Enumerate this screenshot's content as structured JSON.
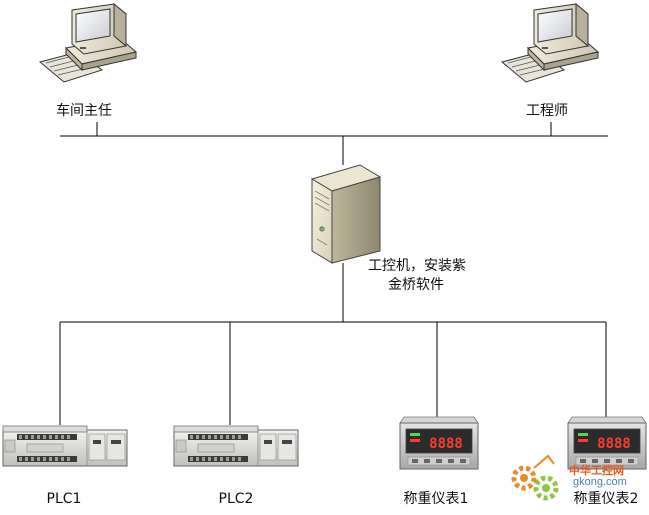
{
  "nodes": {
    "workshop_director": {
      "label": "车间主任",
      "icon": "desktop-computer-icon"
    },
    "engineer": {
      "label": "工程师",
      "icon": "desktop-computer-icon"
    },
    "industrial_pc": {
      "label_line1": "工控机，安装紫",
      "label_line2": "金桥软件",
      "icon": "server-tower-icon"
    },
    "plc1": {
      "label": "PLC1",
      "icon": "plc-module-icon"
    },
    "plc2": {
      "label": "PLC2",
      "icon": "plc-module-icon"
    },
    "weigh_meter1": {
      "label": "称重仪表1",
      "icon": "weighing-indicator-icon"
    },
    "weigh_meter2": {
      "label": "称重仪表2",
      "icon": "weighing-indicator-icon"
    }
  },
  "watermark": {
    "text_cn": "中华工控网",
    "text_en": "gkong.com",
    "icon": "gear-logo-icon"
  },
  "meter_display": {
    "digits": "8888"
  },
  "colors": {
    "line": "#000000",
    "meter_digits": "#ff3b2f",
    "watermark_orange": "#e98a2b",
    "watermark_green": "#8cc63f"
  }
}
